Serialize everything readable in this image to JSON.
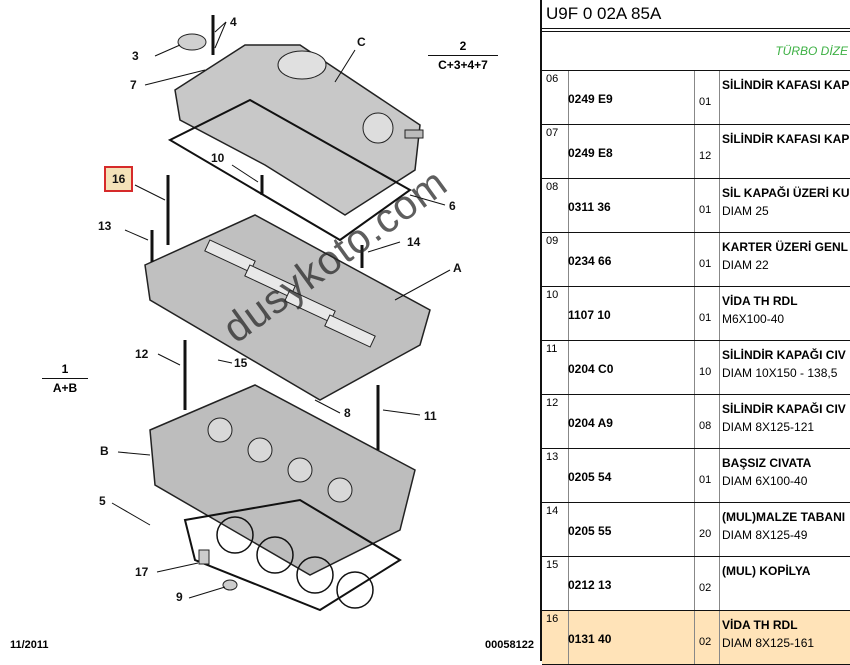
{
  "diagram": {
    "callouts": [
      "4",
      "3",
      "7",
      "C",
      "10",
      "16",
      "6",
      "13",
      "14",
      "A",
      "12",
      "15",
      "8",
      "11",
      "B",
      "5",
      "17",
      "9"
    ],
    "groups": [
      {
        "num": "2",
        "label": "C+3+4+7"
      },
      {
        "num": "1",
        "label": "A+B"
      }
    ],
    "footer_left": "11/2011",
    "footer_right": "00058122",
    "watermark": "dusykoto.com"
  },
  "table": {
    "code": "U9F 0 02A 85A",
    "section": "TÜRBO DİZE",
    "rows": [
      {
        "no": "06",
        "part": "0249 E9",
        "qty": "01",
        "title": "SİLİNDİR KAFASI KAP",
        "desc": ""
      },
      {
        "no": "07",
        "part": "0249 E8",
        "qty": "12",
        "title": "SİLİNDİR KAFASI KAP",
        "desc": ""
      },
      {
        "no": "08",
        "part": "0311 36",
        "qty": "01",
        "title": "SİL KAPAĞI ÜZERİ KU",
        "desc": "DIAM 25"
      },
      {
        "no": "09",
        "part": "0234 66",
        "qty": "01",
        "title": "KARTER ÜZERİ GENL",
        "desc": "DIAM 22"
      },
      {
        "no": "10",
        "part": "1107 10",
        "qty": "01",
        "title": "VİDA TH RDL",
        "desc": "M6X100-40"
      },
      {
        "no": "11",
        "part": "0204 C0",
        "qty": "10",
        "title": "SİLİNDİR KAPAĞI CIV",
        "desc": "DIAM 10X150 - 138,5"
      },
      {
        "no": "12",
        "part": "0204 A9",
        "qty": "08",
        "title": "SİLİNDİR KAPAĞI CIV",
        "desc": "DIAM 8X125-121"
      },
      {
        "no": "13",
        "part": "0205 54",
        "qty": "01",
        "title": "BAŞSIZ CIVATA",
        "desc": "DIAM 6X100-40"
      },
      {
        "no": "14",
        "part": "0205 55",
        "qty": "20",
        "title": "(MUL)MALZE TABANI",
        "desc": "DIAM 8X125-49"
      },
      {
        "no": "15",
        "part": "0212 13",
        "qty": "02",
        "title": "(MUL) KOPİLYA",
        "desc": ""
      },
      {
        "no": "16",
        "part": "0131 40",
        "qty": "02",
        "title": "VİDA TH RDL",
        "desc": "DIAM 8X125-161"
      }
    ]
  },
  "colors": {
    "highlight": "#ffe3b8",
    "section": "#3cb043",
    "box": "#d62a2a"
  }
}
